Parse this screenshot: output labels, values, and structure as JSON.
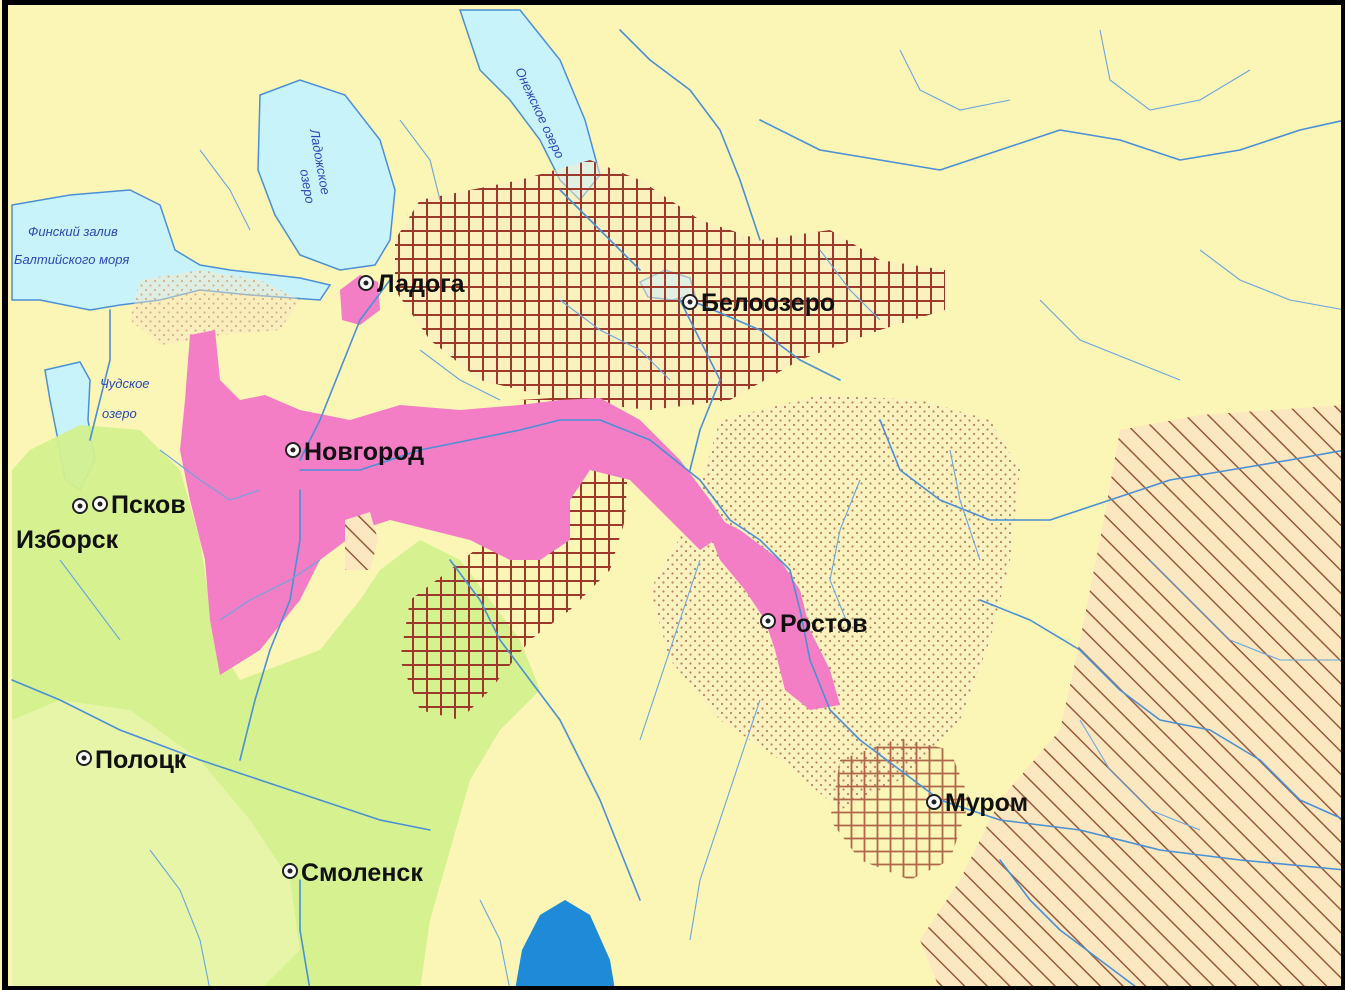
{
  "colors": {
    "land": "#fbf5b6",
    "water": "#c9f3fb",
    "deep_water": "#1e8ad8",
    "river": "#4b8fd6",
    "slavs_pink": "#f37ec6",
    "green": "#d3f08e",
    "grid": "#9b3a2a",
    "dots": "#c79a6e",
    "stripes": "#9a5a3a",
    "border": "#000000"
  },
  "cities": [
    {
      "id": "ladoga",
      "name": "Ладога"
    },
    {
      "id": "beloozero",
      "name": "Белоозеро"
    },
    {
      "id": "novgorod",
      "name": "Новгород"
    },
    {
      "id": "pskov",
      "name": "Псков"
    },
    {
      "id": "izborsk",
      "name": "Изборск"
    },
    {
      "id": "rostov",
      "name": "Ростов"
    },
    {
      "id": "murom",
      "name": "Муром"
    },
    {
      "id": "polotsk",
      "name": "Полоцк"
    },
    {
      "id": "smolensk",
      "name": "Смоленск"
    }
  ],
  "water_labels": {
    "gulf_1": "Финский залив",
    "gulf_2": "Балтийского моря",
    "ladoga_lake_1": "Ладожское",
    "ladoga_lake_2": "озеро",
    "onega_lake": "Онежское озеро",
    "peipus_1": "Чудское",
    "peipus_2": "озеро"
  }
}
